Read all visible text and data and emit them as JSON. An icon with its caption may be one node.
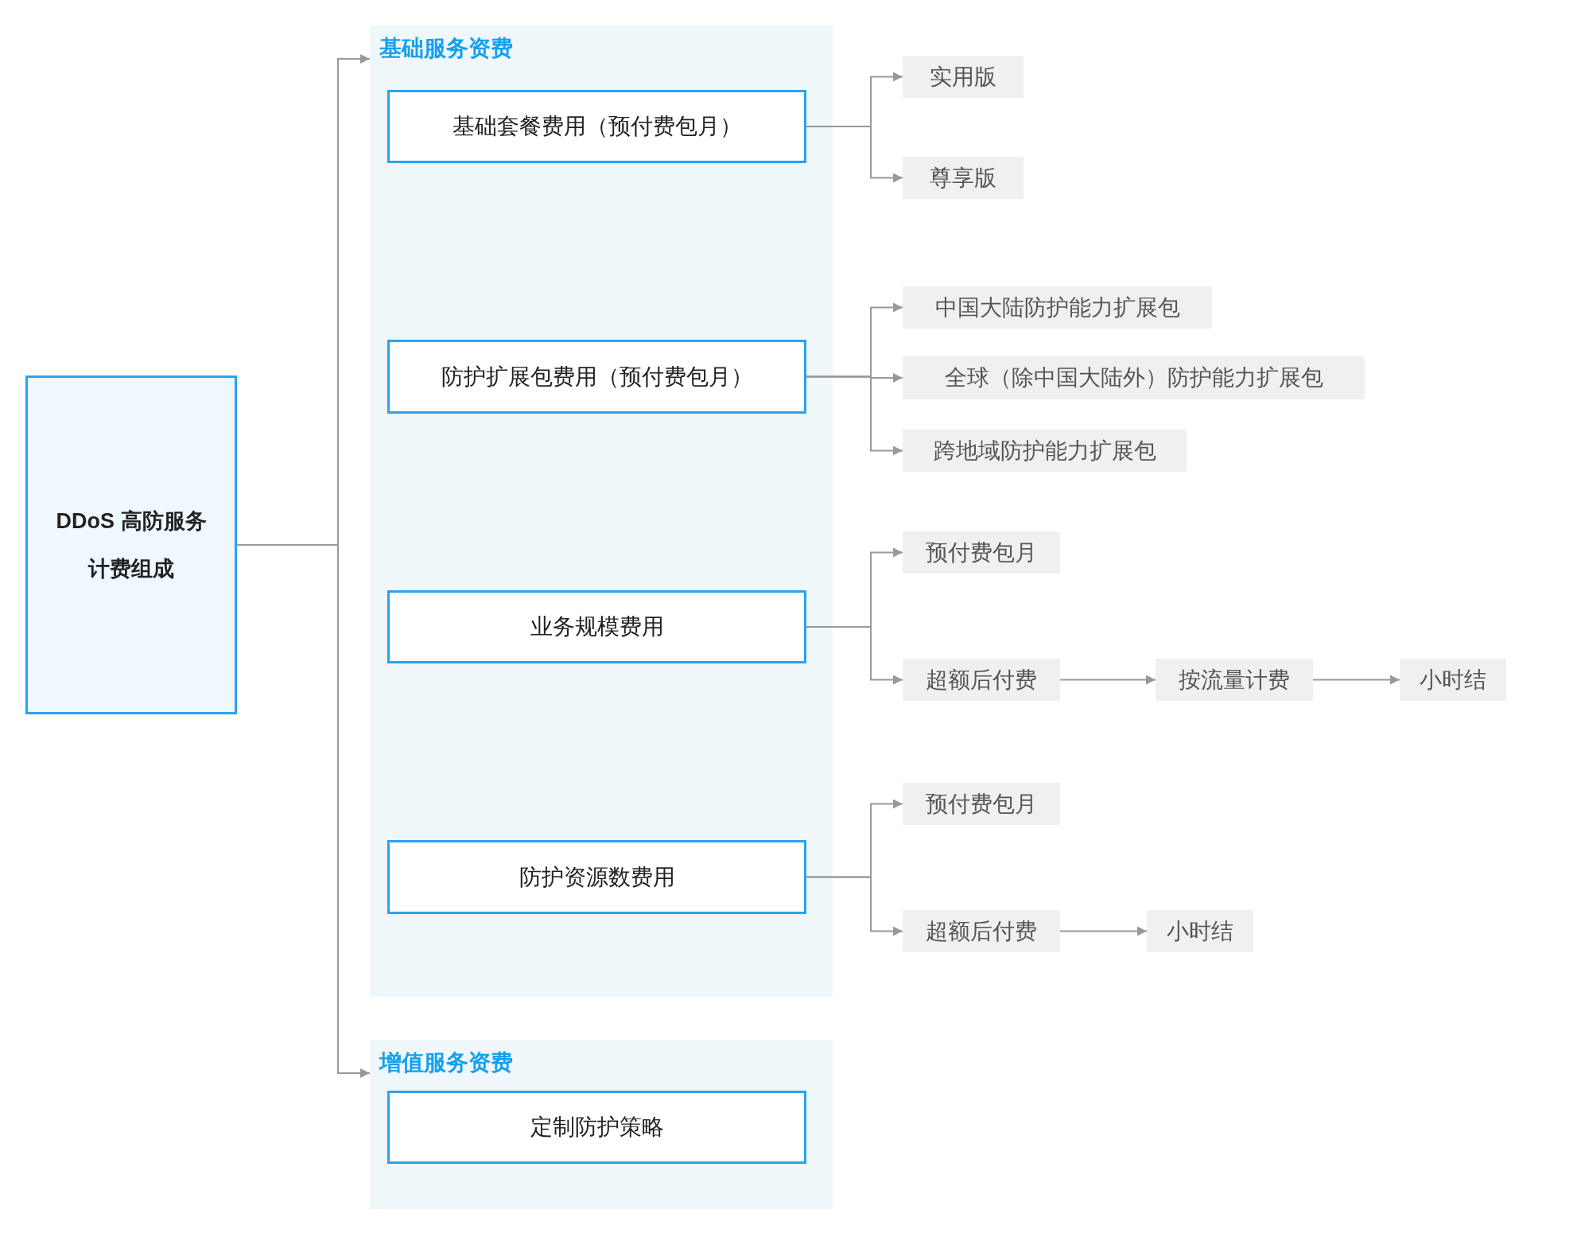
{
  "diagram": {
    "nodes": [
      {
        "text": [
          "DDoS 高防服务计费组成"
        ]
      },
      {
        "text": [
          "基础服务资费"
        ]
      },
      {
        "text": [
          "基础套餐费用（预付费包月）"
        ],
        "in": 1
      },
      {
        "text": [
          "防护扩展包费用（预付费包月）"
        ],
        "in": 1
      },
      {
        "text": [
          "业务规模费用"
        ],
        "in": 1
      },
      {
        "text": [
          "防护资源数费用"
        ],
        "in": 1
      },
      {
        "text": [
          "增值服务资费"
        ]
      },
      {
        "text": [
          "定制防护策略"
        ],
        "in": 6
      },
      {
        "text": [
          "实用版"
        ]
      },
      {
        "text": [
          "尊享版"
        ]
      },
      {
        "text": [
          "中国大陆防护能力扩展包"
        ]
      },
      {
        "text": [
          "全球（除中国大陆外）防护能力扩展包"
        ]
      },
      {
        "text": [
          "跨地域防护能力扩展包"
        ]
      },
      {
        "text": [
          "预付费包月"
        ]
      },
      {
        "text": [
          "超额后付费"
        ]
      },
      {
        "text": [
          "按流量计费"
        ]
      },
      {
        "text": [
          "小时结"
        ]
      },
      {
        "text": [
          "预付费包月"
        ]
      },
      {
        "text": [
          "超额后付费"
        ]
      },
      {
        "text": [
          "小时结"
        ]
      }
    ],
    "edges": [
      {
        "from": 0,
        "to": 1,
        "arrow": "to"
      },
      {
        "from": 0,
        "to": 6,
        "arrow": "to"
      },
      {
        "from": 2,
        "to": 8,
        "arrow": "to"
      },
      {
        "from": 2,
        "to": 9,
        "arrow": "to"
      },
      {
        "from": 3,
        "to": 10,
        "arrow": "to"
      },
      {
        "from": 3,
        "to": 11,
        "arrow": "to"
      },
      {
        "from": 3,
        "to": 12,
        "arrow": "to"
      },
      {
        "from": 4,
        "to": 13,
        "arrow": "to"
      },
      {
        "from": 4,
        "to": 14,
        "arrow": "to"
      },
      {
        "from": 14,
        "to": 15,
        "arrow": "to"
      },
      {
        "from": 15,
        "to": 16,
        "arrow": "to"
      },
      {
        "from": 5,
        "to": 17,
        "arrow": "to"
      },
      {
        "from": 5,
        "to": 18,
        "arrow": "to"
      },
      {
        "from": 18,
        "to": 19,
        "arrow": "to"
      }
    ]
  }
}
